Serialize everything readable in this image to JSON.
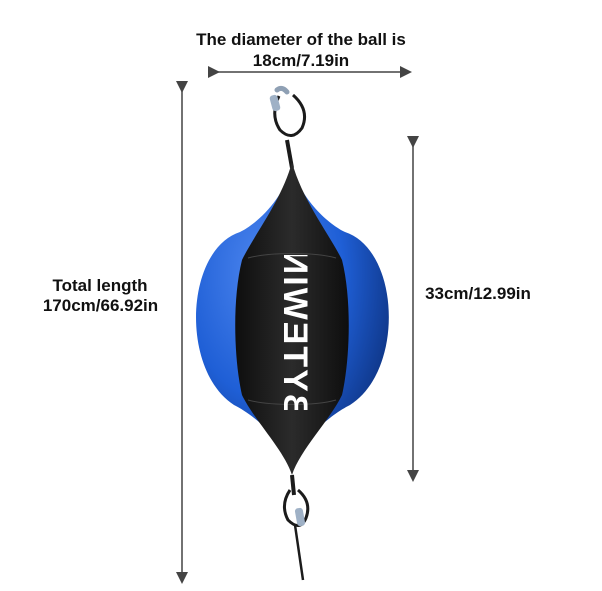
{
  "annotations": {
    "diameter_title": "The diameter of the ball is",
    "diameter_value": "18cm/7.19in",
    "total_length_title": "Total length",
    "total_length_value": "170cm/66.92in",
    "ball_length_value": "33cm/12.99in"
  },
  "product": {
    "brand_text": "BYTEWIN",
    "colors": {
      "blue": "#1f5fd6",
      "dark_blue": "#0c2f7a",
      "black": "#151515",
      "arrow": "#444444"
    }
  }
}
